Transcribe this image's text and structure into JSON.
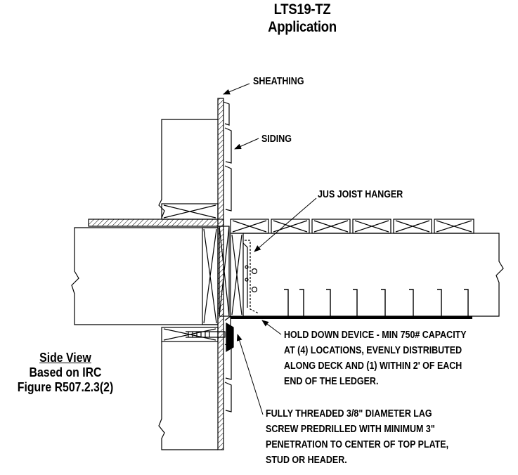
{
  "header": {
    "title_line1": "LTS19-TZ",
    "title_line2": "Application"
  },
  "callouts": {
    "sheathing": "SHEATHING",
    "siding": "SIDING",
    "joist_hanger": "JUS JOIST HANGER",
    "hold_down": [
      "HOLD DOWN DEVICE - MIN 750# CAPACITY",
      "AT (4) LOCATIONS, EVENLY DISTRIBUTED",
      "ALONG DECK AND (1) WITHIN 2' OF EACH",
      "END OF THE LEDGER."
    ],
    "lag_screw": [
      "FULLY THREADED 3/8\" DIAMETER LAG",
      "SCREW PREDRILLED WITH MINIMUM 3\"",
      "PENETRATION TO CENTER OF TOP PLATE,",
      "STUD OR HEADER."
    ]
  },
  "side_note": {
    "line1": "Side View",
    "line2": "Based on IRC",
    "line3": "Figure R507.2.3(2)"
  },
  "colors": {
    "line": "#000000",
    "background": "#ffffff"
  }
}
